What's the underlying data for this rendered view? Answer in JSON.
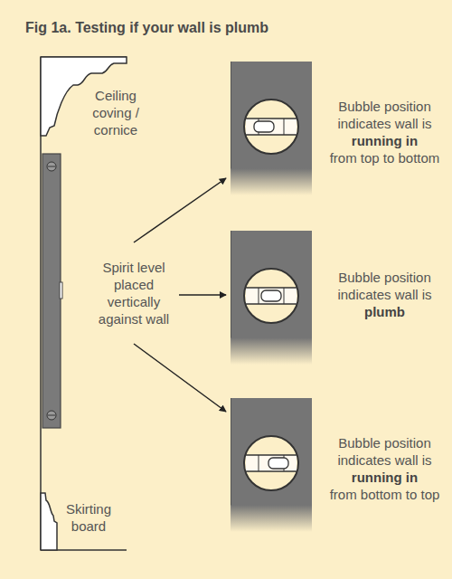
{
  "diagram": {
    "title": "Fig 1a. Testing if your wall is plumb",
    "nodes": [
      {
        "text": [
          "Spirit level placed vertically against wall"
        ]
      },
      {
        "text": [
          "Bubble position indicates wall is",
          "running in",
          "from top to bottom"
        ]
      },
      {
        "text": [
          "Bubble position indicates wall is",
          "plumb"
        ]
      },
      {
        "text": [
          "Bubble position indicates wall is",
          "running in",
          "from bottom to top"
        ]
      }
    ],
    "edges": [
      {
        "from": 0,
        "to": 1,
        "arrow": "to"
      },
      {
        "from": 0,
        "to": 2,
        "arrow": "to"
      },
      {
        "from": 0,
        "to": 3,
        "arrow": "to"
      }
    ],
    "labels": [
      "Ceiling coving / cornice",
      "Skirting board"
    ]
  }
}
